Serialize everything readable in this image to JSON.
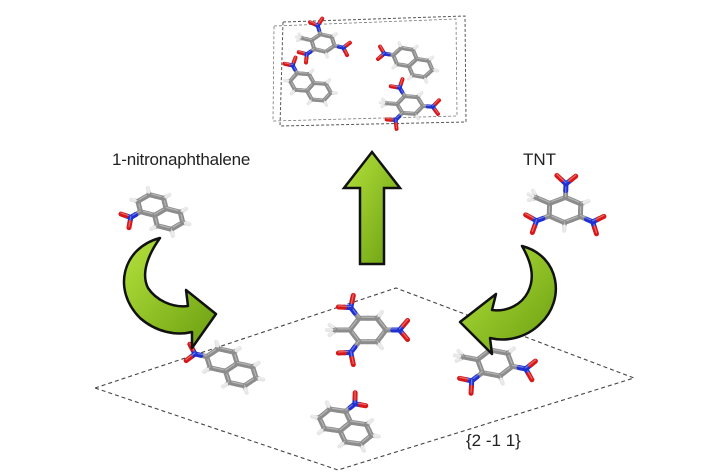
{
  "labels": {
    "left_molecule": "1-nitronaphthalene",
    "right_molecule": "TNT",
    "plane": "{2 -1 1}"
  },
  "colors": {
    "carbon": "#8c8c8c",
    "hydrogen": "#e6e6e6",
    "nitrogen": "#2030d0",
    "oxygen": "#d81818",
    "arrow_fill": "#8cc21a",
    "arrow_stroke": "#111111",
    "dashed_box": "#555555"
  },
  "icons": {
    "up_arrow": "block-arrow-up",
    "left_arrow": "curved-arrow-clockwise",
    "right_arrow": "curved-arrow-counterclockwise"
  }
}
